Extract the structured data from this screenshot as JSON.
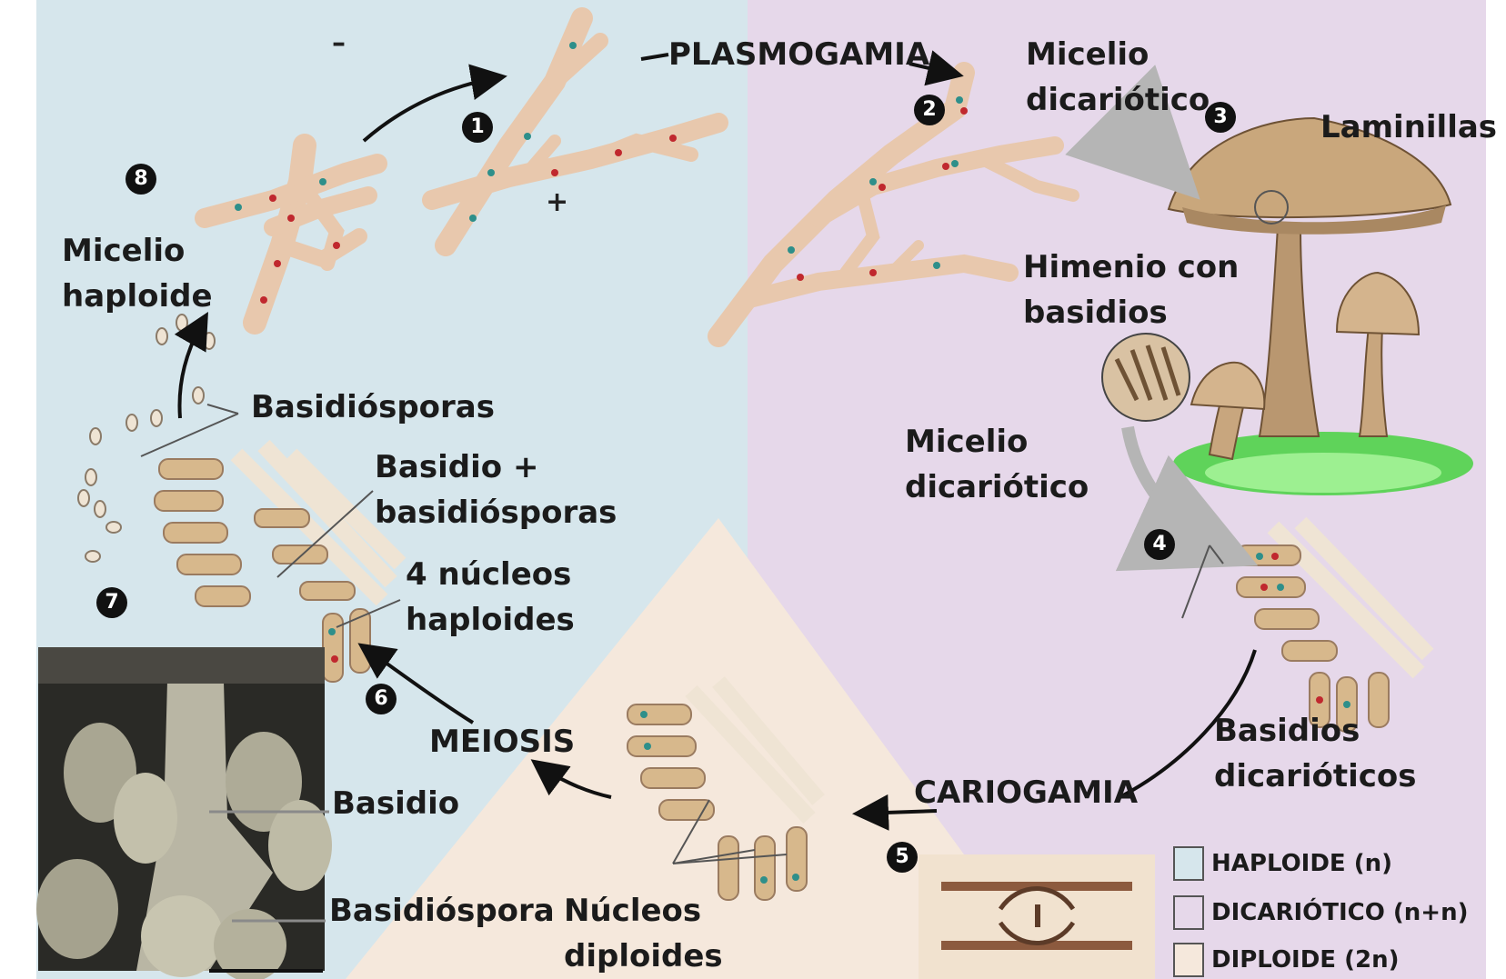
{
  "labels": {
    "plasmogamia": "PLASMOGAMIA",
    "micelio_dicariotico_top_1": "Micelio",
    "micelio_dicariotico_top_2": "dicariótico",
    "laminillas": "Laminillas",
    "himenio_1": "Himenio con",
    "himenio_2": "basidios",
    "micelio_dicariotico_mid_1": "Micelio",
    "micelio_dicariotico_mid_2": "dicariótico",
    "micelio_haploide_1": "Micelio",
    "micelio_haploide_2": "haploide",
    "basidiosporas": "Basidiósporas",
    "basidio_mas_1": "Basidio +",
    "basidio_mas_2": "basidiósporas",
    "cuatro_nucleos_1": "4 núcleos",
    "cuatro_nucleos_2": "haploides",
    "meiosis": "MEIOSIS",
    "cariogamia": "CARIOGAMIA",
    "basidios_dicarioticos_1": "Basidios",
    "basidios_dicarioticos_2": "dicarióticos",
    "basidio": "Basidio",
    "basidiospora": "Basidióspora",
    "nucleos_diploides_1": "Núcleos",
    "nucleos_diploides_2": "diploides",
    "minus": "–",
    "plus": "+"
  },
  "steps": [
    "1",
    "2",
    "3",
    "4",
    "5",
    "6",
    "7",
    "8"
  ],
  "legend": [
    {
      "label": "HAPLOIDE (n)",
      "color": "#d6e6ec"
    },
    {
      "label": "DICARIÓTICO (n+n)",
      "color": "#e6d8ea"
    },
    {
      "label": "DIPLOIDE (2n)",
      "color": "#f5e8dc"
    }
  ],
  "colors": {
    "haploid_bg": "#d6e6ec",
    "dikaryotic_bg": "#e6d8ea",
    "diploid_bg": "#f5e8dc",
    "hypha_fill": "#efd2b8",
    "nucleus_red": "#c0282e",
    "nucleus_teal": "#2e8f8a",
    "basidium_fill": "#d7b88c",
    "mushroom_cap": "#c9a77c",
    "grass": "#5fd35a"
  }
}
